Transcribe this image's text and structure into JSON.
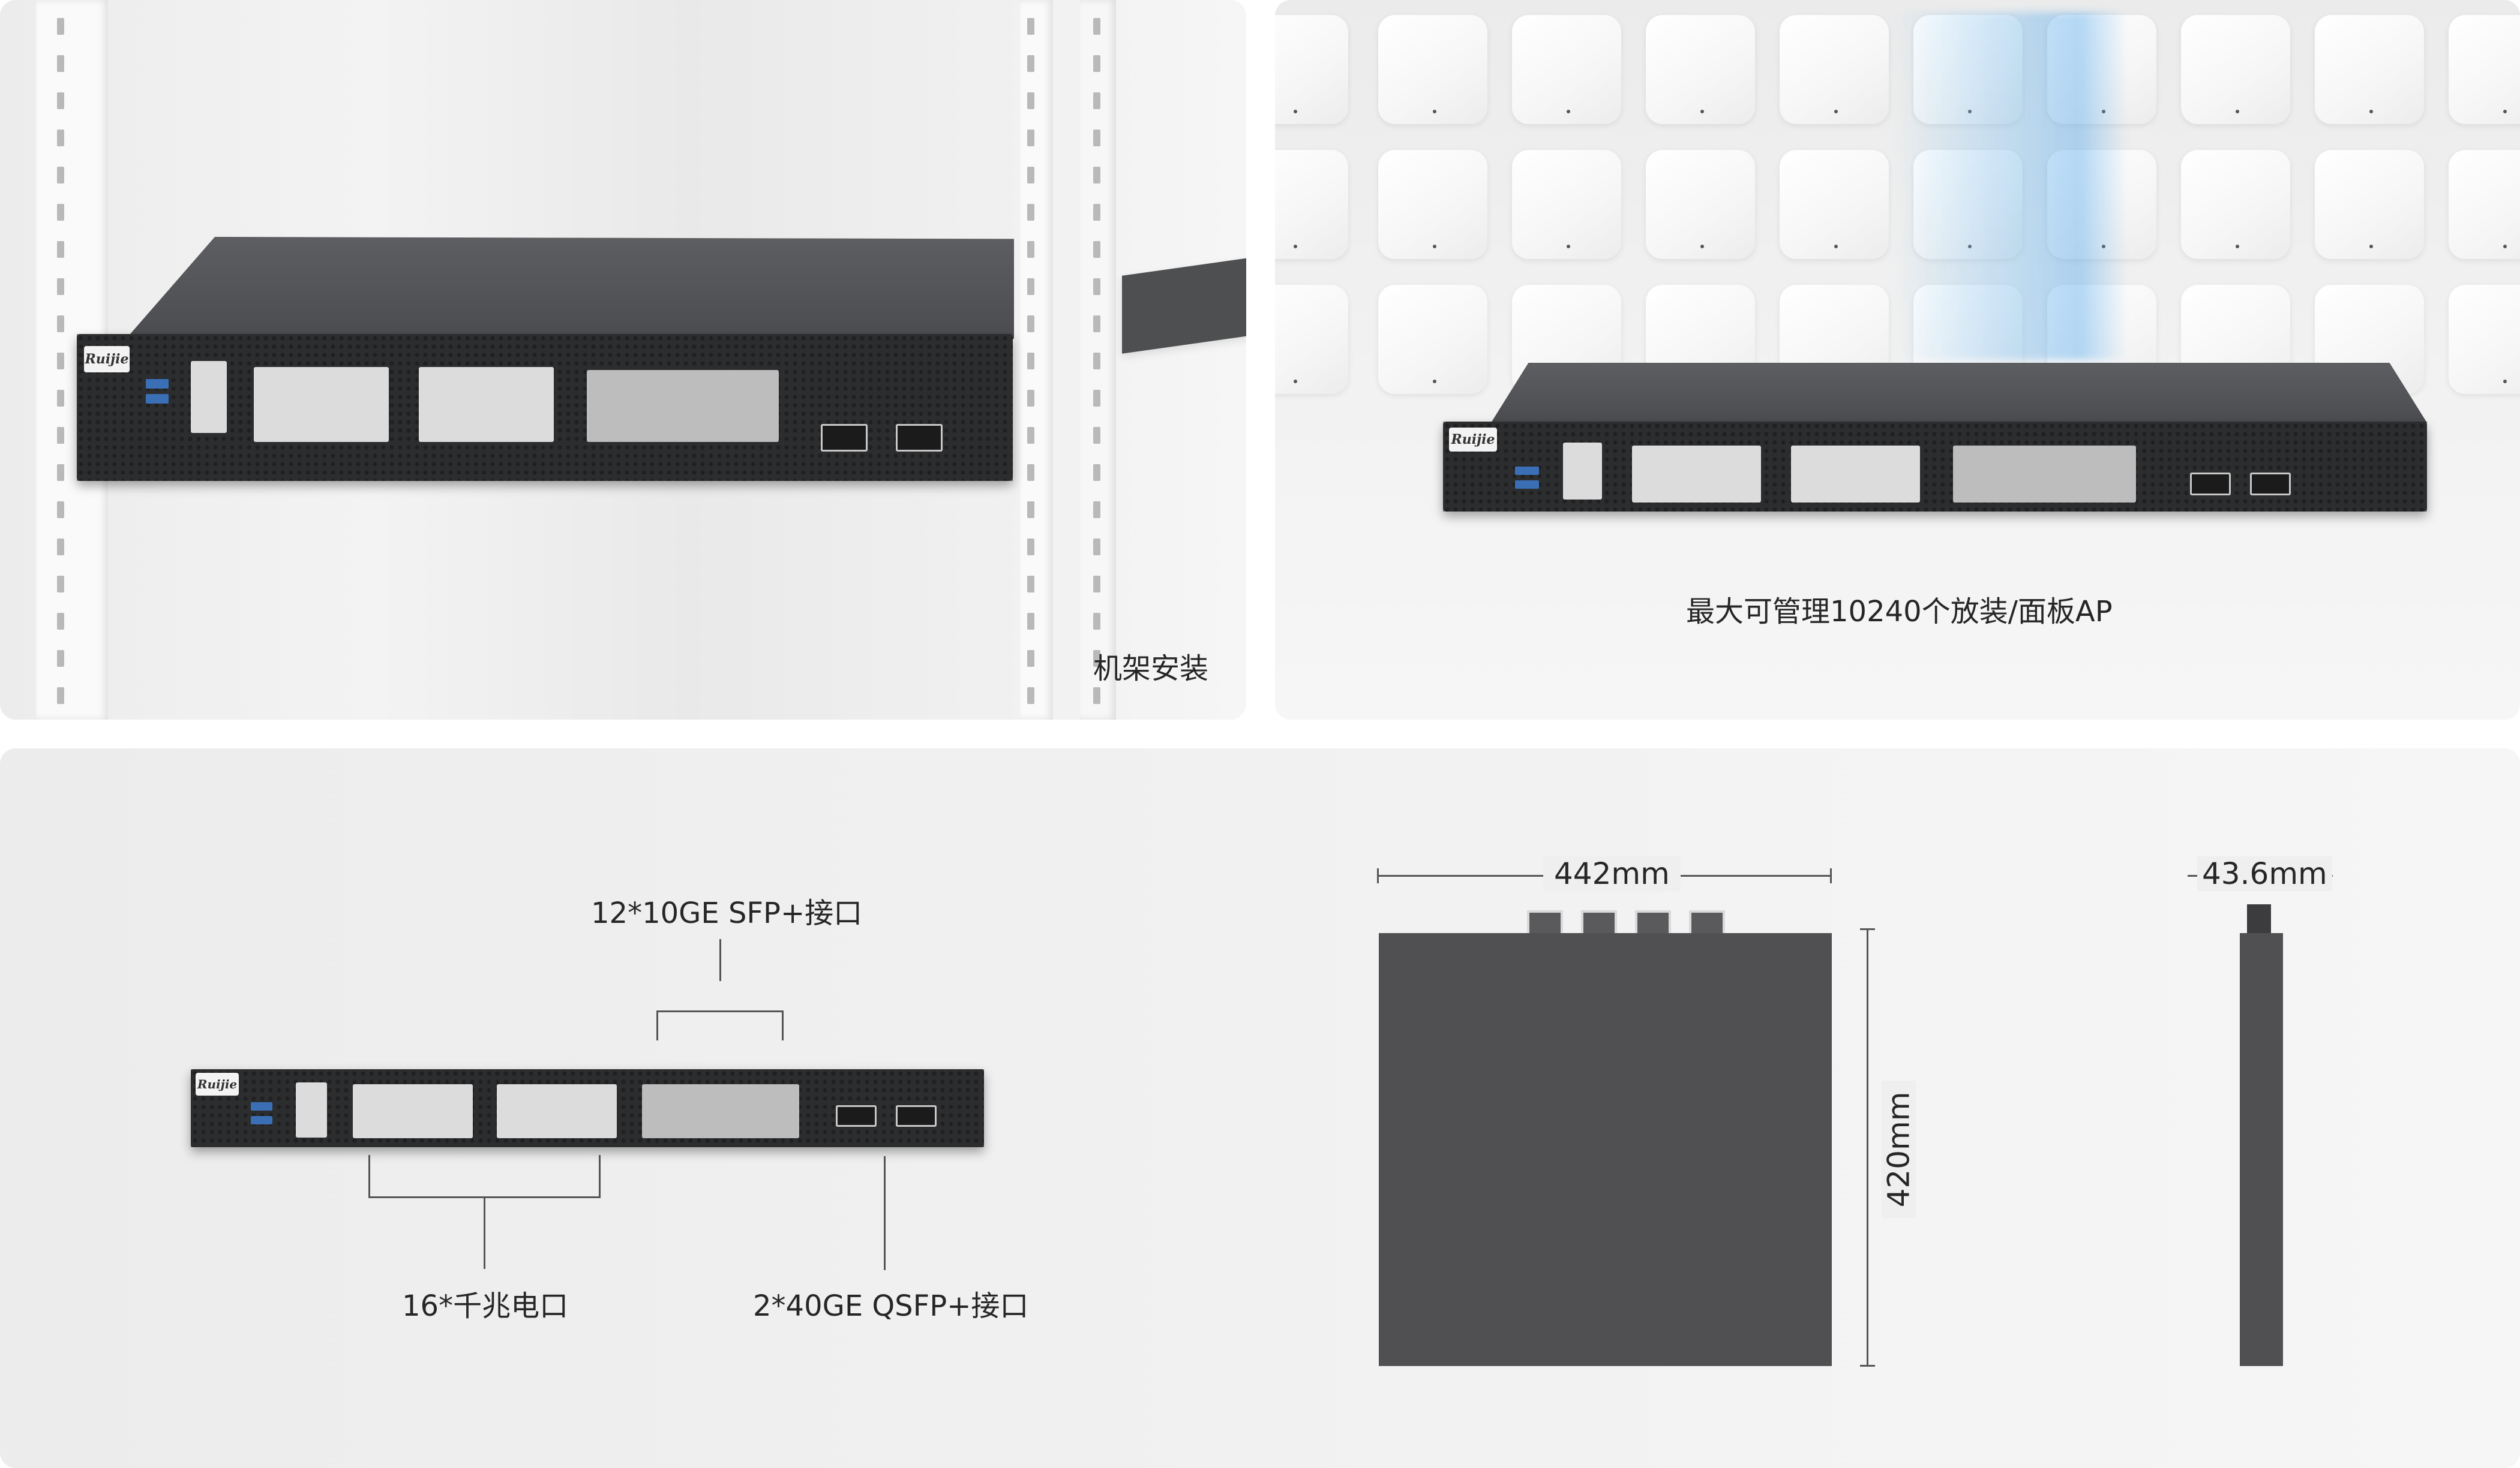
{
  "rack_panel": {
    "caption": "机架安装"
  },
  "ap_panel": {
    "caption": "最大可管理10240个放装/面板AP"
  },
  "brand": {
    "logo_text": "Ruijie"
  },
  "front_view": {
    "label_sfp": "12*10GE SFP+接口",
    "label_gigabit": "16*千兆电口",
    "label_qsfp": "2*40GE QSFP+接口"
  },
  "dimensions": {
    "width": "442mm",
    "depth": "420mm",
    "height": "43.6mm"
  },
  "colors": {
    "chassis": "#2f3032",
    "chassis_top": "#505052",
    "usb_port": "#3a6fb5",
    "ap_beam": "#5aaaeb"
  }
}
